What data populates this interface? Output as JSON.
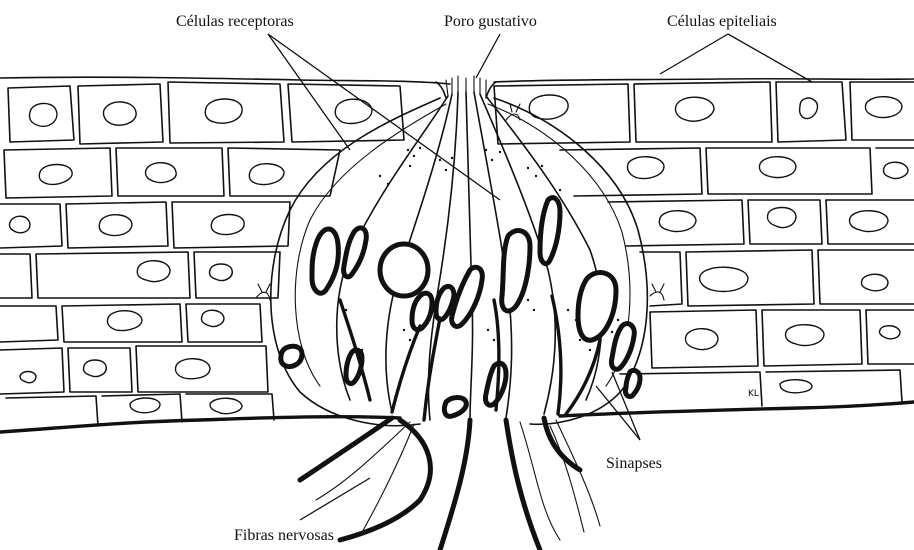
{
  "labels": {
    "receptor_cells": "Células receptoras",
    "taste_pore": "Poro gustativo",
    "epithelial_cells": "Células epiteliais",
    "synapses": "Sinapses",
    "nerve_fibers": "Fibras nervosas",
    "signature": "KL"
  },
  "colors": {
    "ink": "#111111",
    "background": "#ffffff"
  }
}
